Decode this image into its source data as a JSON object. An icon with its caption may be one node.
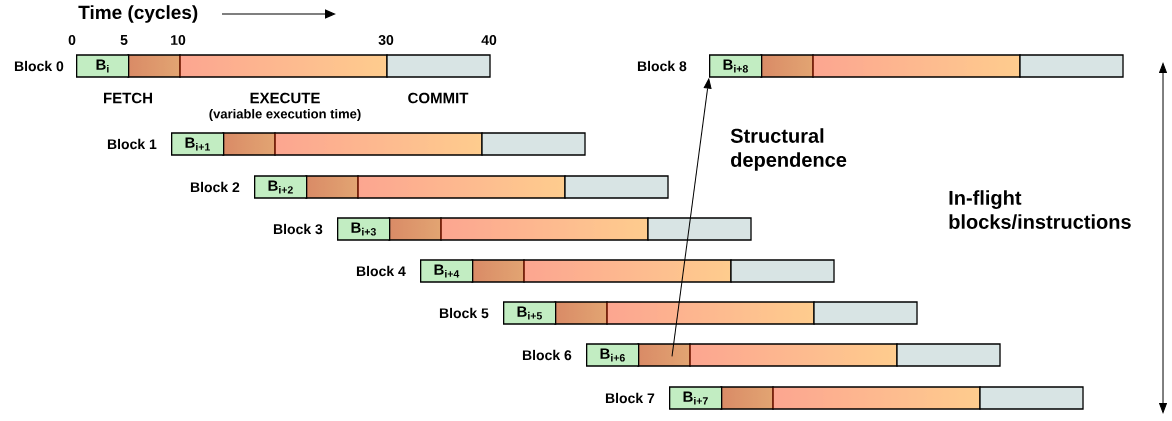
{
  "diagram": {
    "nodes": [
      {
        "text": [
          "B$_{i}$"
        ],
        "beside": [
          "Block 0"
        ]
      },
      {
        "text": [
          "B$_{i+1}$"
        ],
        "beside": [
          "Block 1"
        ]
      },
      {
        "text": [
          "B$_{i+2}$"
        ],
        "beside": [
          "Block 2"
        ]
      },
      {
        "text": [
          "B$_{i+3}$"
        ],
        "beside": [
          "Block 3"
        ]
      },
      {
        "text": [
          "B$_{i+4}$"
        ],
        "beside": [
          "Block 4"
        ]
      },
      {
        "text": [
          "B$_{i+5}$"
        ],
        "beside": [
          "Block 5"
        ]
      },
      {
        "text": [
          "B$_{i+6}$"
        ],
        "beside": [
          "Block 6"
        ]
      },
      {
        "text": [
          "B$_{i+7}$"
        ],
        "beside": [
          "Block 7"
        ]
      },
      {
        "text": [
          "B$_{i+8}$"
        ],
        "beside": [
          "Block 8"
        ]
      }
    ],
    "edges": [
      {
        "from": 7,
        "to": 8,
        "arrow": "to",
        "label": "Structural dependence"
      }
    ],
    "labels": [
      "Time (cycles)",
      "0",
      "5",
      "10",
      "30",
      "40",
      "FETCH",
      "EXECUTE",
      "(variable execution time)",
      "COMMIT",
      "In-flight blocks/instructions"
    ]
  }
}
